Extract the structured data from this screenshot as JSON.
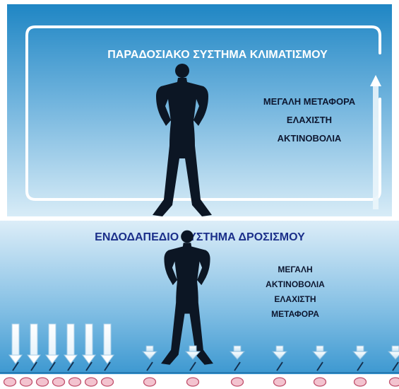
{
  "top_panel": {
    "title": "ΠΑΡΑΔΟΣΙΑΚΟ ΣΥΣΤΗΜΑ ΚΛΙΜΑΤΙΣΜΟΥ",
    "notes": [
      "ΜΕΓΑΛΗ ΜΕΤΑΦΟΡΑ",
      "ΕΛΑΧΙΣΤΗ",
      "ΑΚΤΙΝΟΒΟΛΙΑ"
    ]
  },
  "bottom_panel": {
    "title": "ΕΝΔΟΔΑΠΕΔΙΟ ΣΥΣΤΗΜΑ ΔΡΟΣΙΣΜΟΥ",
    "notes": [
      "ΜΕΓΑΛΗ",
      "ΑΚΤΙΝΟΒΟΛΙΑ",
      "ΕΛΑΧΙΣΤΗ",
      "ΜΕΤΑΦΟΡΑ"
    ]
  },
  "colors": {
    "sky_top": "#1f86c4",
    "sky_mid": "#6fb3dd",
    "sky_light": "#d4e9f5",
    "title_top": "#ffffff",
    "title_bottom": "#1b2f8a",
    "note_text": "#0d1730",
    "silhouette": "#0c1624",
    "pipe": "#f3c3cf",
    "pipe_stroke": "#c0506c"
  }
}
